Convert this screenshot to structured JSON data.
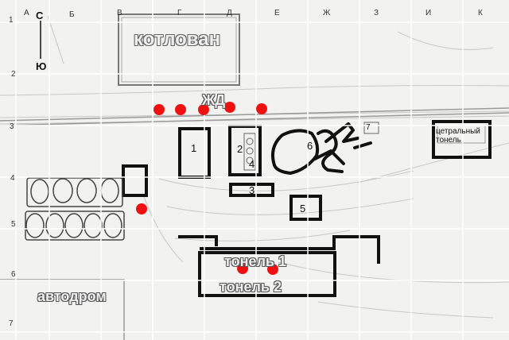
{
  "grid": {
    "columns": [
      "А",
      "Б",
      "В",
      "Г",
      "Д",
      "Е",
      "Ж",
      "З",
      "И",
      "К"
    ],
    "rows": [
      "1",
      "2",
      "3",
      "4",
      "5",
      "6",
      "7"
    ]
  },
  "compass": {
    "north": "С",
    "south": "Ю"
  },
  "labels": {
    "pit": "котлован",
    "railway": "ЖД",
    "central_tunnel_line1": "цетральный",
    "central_tunnel_line2": "тонель",
    "tunnel1": "тонель 1",
    "tunnel2": "тонель 2",
    "autodrome": "автодром",
    "building1": "1",
    "building2": "2",
    "building3": "3",
    "building4": "4",
    "building5": "5",
    "building6": "6",
    "building7": "7"
  },
  "colors": {
    "marker": "#ee1111",
    "outline": "#111111",
    "grid": "#ffffff"
  }
}
